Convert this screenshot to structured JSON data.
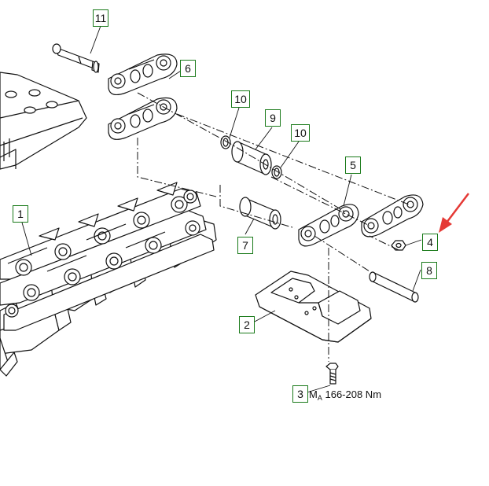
{
  "callouts": {
    "c1": "1",
    "c2": "2",
    "c3": "3",
    "c4": "4",
    "c5": "5",
    "c6": "6",
    "c7": "7",
    "c8": "8",
    "c9": "9",
    "c10a": "10",
    "c10b": "10",
    "c11": "11"
  },
  "torque": {
    "symbol": "M",
    "sub": "A",
    "value": "166-208 Nm"
  },
  "colors": {
    "callout_border": "#1a7a1a",
    "arrow": "#e53935",
    "line": "#111111"
  }
}
